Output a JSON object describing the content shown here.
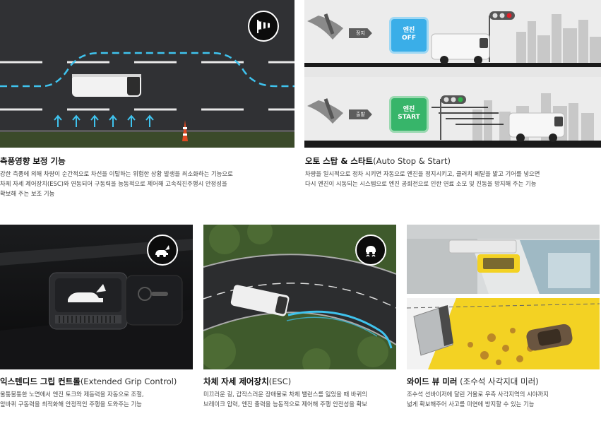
{
  "features": {
    "crosswind": {
      "title": "측풍영향 보정 기능",
      "subtitle": "",
      "lines": [
        "강한 측풍에 의해 차량이 순간적으로 차선을 이탈하는 위험한 상황 발생을 최소화하는 기능으로",
        "차체 자세 제어장치(ESC)와 연동되어 구동력을 능동적으로 제어해 고속직진주행시 안정성을",
        "확보해 주는 보조 기능"
      ]
    },
    "auto_stop": {
      "title": "오토 스탑 & 스타트",
      "subtitle": "(Auto Stop & Start)",
      "lines": [
        "차량을 일시적으로 정차 시키면 자동으로 엔진을 정지시키고, 클러치 페달을 밟고 기어를 넣으면",
        "다시 엔진이 시동되는 시스템으로 엔진 공회전으로 인한 연료 소모 및 진동을 방지해 주는 기능"
      ],
      "stop_tag": "정지",
      "start_tag": "출발",
      "off_button": {
        "line1": "엔진",
        "line2": "OFF"
      },
      "start_button": {
        "line1": "엔진",
        "line2": "START"
      }
    },
    "grip": {
      "title": "익스텐디드 그립 컨트롤",
      "subtitle": "(Extended Grip Control)",
      "lines": [
        "울퉁불퉁한 노면에서 엔진 토크와 제동력을 자동으로 조절,",
        "앞바퀴 구동력을 최적화해 안정적인 주행을 도와주는 기능"
      ]
    },
    "esc": {
      "title": "차체 자세 제어장치",
      "subtitle": "(ESC)",
      "lines": [
        "미끄러운 길, 갑작스러운 장애물로 차체 밸런스를 잃었을 때 바퀴의",
        "브레이크 압력, 엔진 출력을 능동적으로 제어해 주행 안전성을 확보"
      ]
    },
    "wide_mirror": {
      "title": "와이드 뷰 미러",
      "subtitle": "(조수석 사각지대 미러)",
      "lines": [
        "조수석 선바이저에 달린 거울로 우측 사각지역의 시야까지",
        "넓게 확보해주어 사고를 미연에 방지할 수 있는 기능"
      ]
    }
  },
  "colors": {
    "accent_cyan": "#3fc3ee",
    "engine_off": "#3aaee8",
    "engine_start": "#37b56a",
    "signal_red": "#e0202a",
    "signal_green": "#2fb24a",
    "mirror_yellow": "#f3d223"
  },
  "icons": [
    "windsock-icon",
    "grip-control-icon",
    "esc-skid-icon"
  ]
}
